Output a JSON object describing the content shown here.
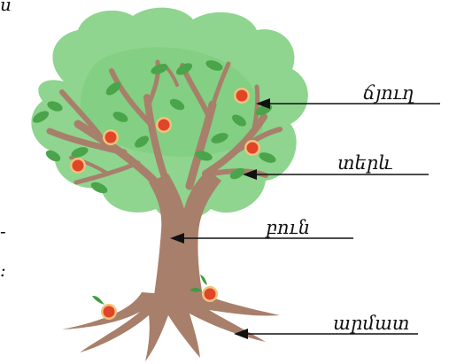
{
  "labels": {
    "branch": "ճյուղ",
    "leaf": "տերև",
    "trunk": "բուն",
    "root": "արմատ"
  },
  "edge_fragments": {
    "top_left": "ս",
    "dash": "-",
    "colon": ":"
  },
  "colors": {
    "crown_outer": "#8fd48f",
    "crown_inner": "#6cc36c",
    "leaf": "#4aa44a",
    "trunk": "#a87f6a",
    "fruit": "#e0452a",
    "fruit_rim": "#f2c27a",
    "stem_leaf": "#3f9a3f",
    "arrow": "#111111"
  }
}
